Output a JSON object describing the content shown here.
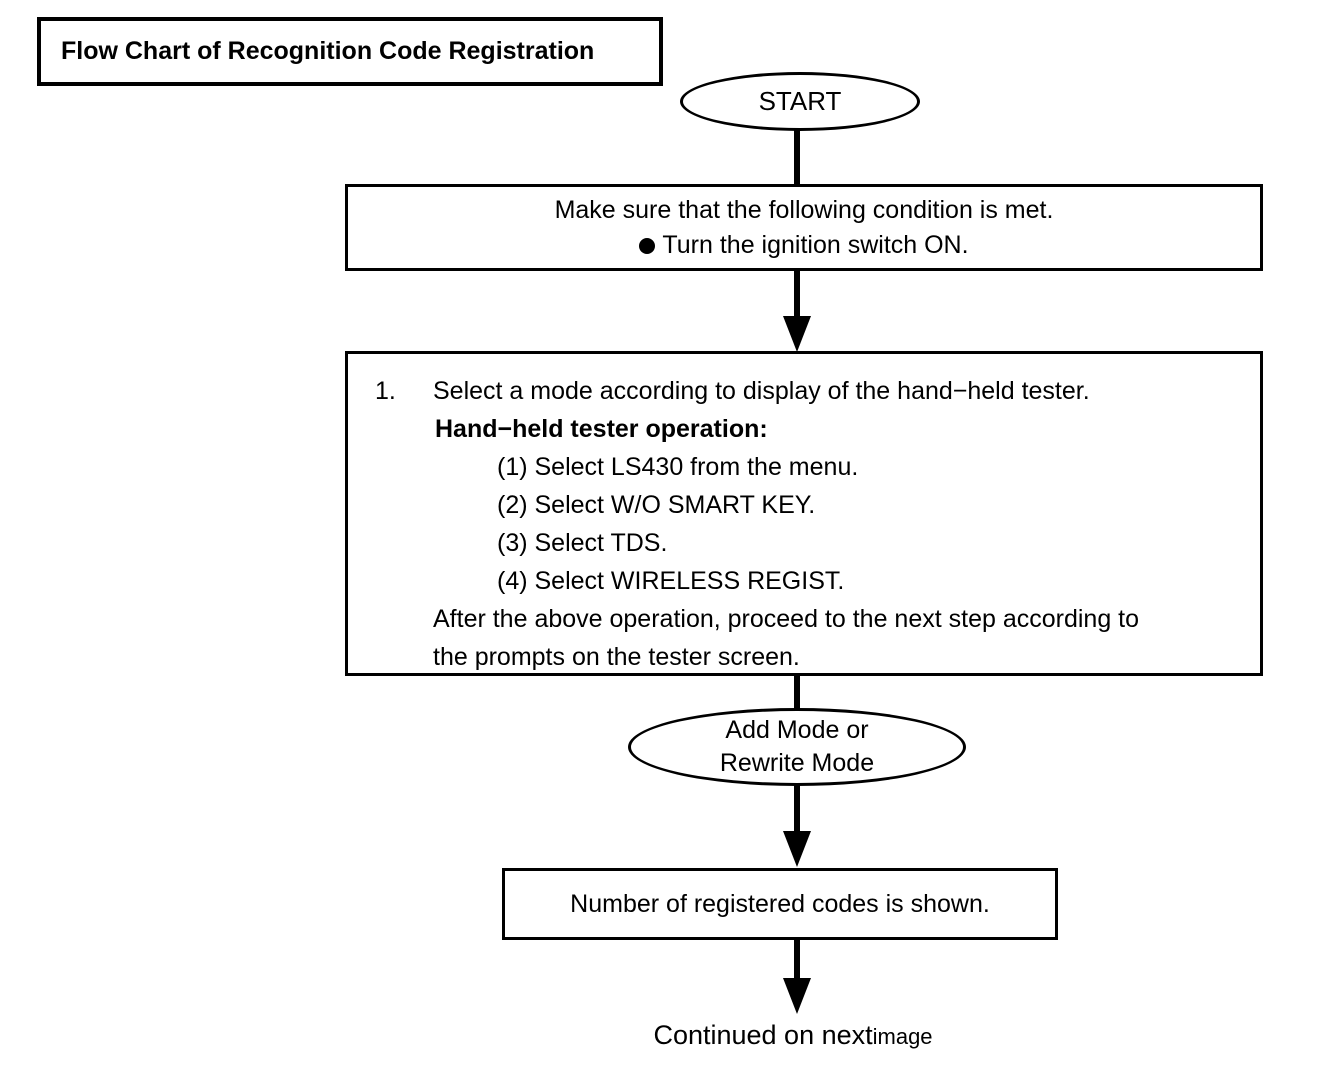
{
  "title": {
    "text": "Flow Chart of Recognition Code Registration"
  },
  "nodes": {
    "start": {
      "label": "START",
      "shape": "oval"
    },
    "condition": {
      "shape": "box",
      "line1": "Make sure that the following condition is met.",
      "bullet_icon": "filled-circle-bullet",
      "line2": "Turn the ignition switch ON."
    },
    "step1": {
      "shape": "box",
      "number": "1.",
      "instruction": "Select a mode according to display of the hand−held tester.",
      "subheading": "Hand−held tester operation:",
      "substeps": [
        "(1) Select LS430 from the menu.",
        "(2) Select W/O SMART KEY.",
        "(3) Select TDS.",
        "(4) Select WIRELESS REGIST."
      ],
      "tail_line1": "After the above operation, proceed to the next step according to",
      "tail_line2": "the prompts on the tester screen."
    },
    "mode": {
      "shape": "oval",
      "line1": "Add Mode or",
      "line2": "Rewrite Mode"
    },
    "result": {
      "shape": "box",
      "label": "Number of registered codes is shown."
    }
  },
  "footer": {
    "main": "Continued on next",
    "sub": "image"
  },
  "colors": {
    "stroke": "#000000",
    "background": "#ffffff",
    "text": "#000000"
  }
}
